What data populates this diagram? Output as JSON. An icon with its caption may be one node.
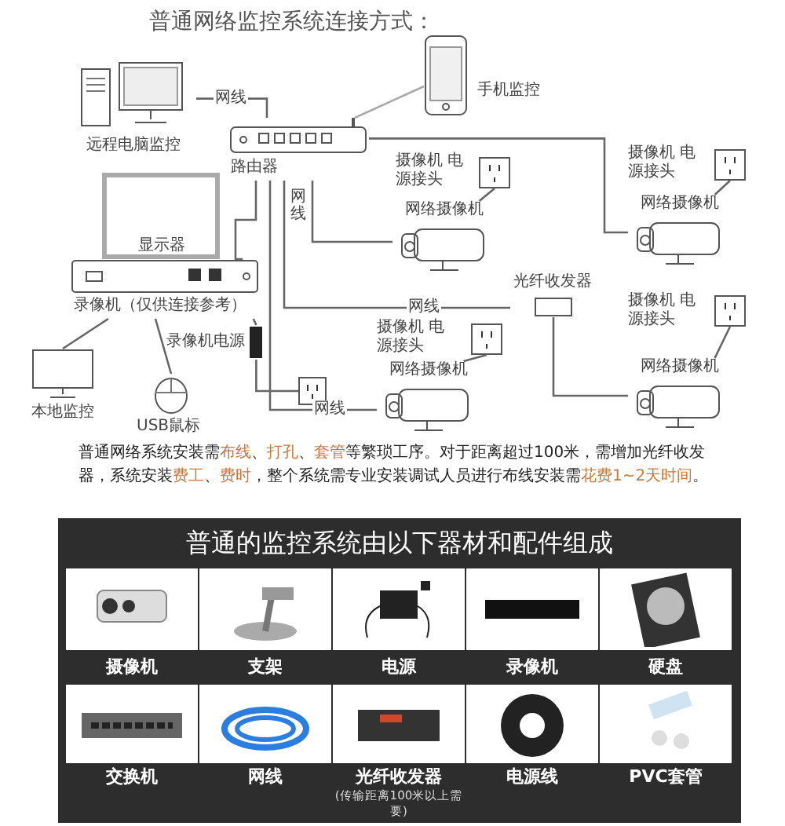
{
  "diagram": {
    "title": "普通网络监控系统连接方式：",
    "nodes": [
      {
        "text": [
          "远程电脑监控"
        ]
      },
      {
        "text": [
          "路由器"
        ]
      },
      {
        "text": [
          "手机监控"
        ]
      },
      {
        "text": [
          "显示器"
        ]
      },
      {
        "text": [
          "录像机（仅供连接参考）"
        ]
      },
      {
        "text": [
          "本地监控"
        ]
      },
      {
        "text": [
          "USB鼠标"
        ]
      },
      {
        "text": [
          "录像机电源"
        ]
      },
      {
        "text": [],
        "shape": "box"
      },
      {
        "text": [
          "网络摄像机"
        ]
      },
      {
        "text": [],
        "shape": "box"
      },
      {
        "text": [
          "网络摄像机"
        ]
      },
      {
        "text": [],
        "shape": "box"
      },
      {
        "text": [
          "网络摄像机"
        ]
      },
      {
        "text": [],
        "shape": "box"
      },
      {
        "text": [
          "光纤收发器"
        ]
      },
      {
        "text": [
          "网络摄像机"
        ]
      },
      {
        "text": [],
        "shape": "box"
      },
      {
        "text": [
          "普通的监控系统由以下器材和配件组成"
        ]
      },
      {
        "text": [
          "摄像机"
        ],
        "in": 18
      },
      {
        "text": [
          "支架"
        ],
        "in": 18
      },
      {
        "text": [
          "电源"
        ],
        "in": 18
      },
      {
        "text": [
          "录像机"
        ],
        "in": 18
      },
      {
        "text": [
          "硬盘"
        ],
        "in": 18
      },
      {
        "text": [
          "交换机"
        ],
        "in": 18
      },
      {
        "text": [
          "网线"
        ],
        "in": 18
      },
      {
        "text": [
          "光纤收发器",
          "(传输距离100米以上需要)"
        ],
        "in": 18
      },
      {
        "text": [
          "电源线"
        ],
        "in": 18
      },
      {
        "text": [
          "PVC套管"
        ],
        "in": 18
      }
    ],
    "edges": [
      {
        "from": 0,
        "to": 1,
        "arrow": "none",
        "label": "网线"
      },
      {
        "from": 1,
        "to": 2,
        "arrow": "none"
      },
      {
        "from": 1,
        "to": 4,
        "arrow": "none"
      },
      {
        "from": 4,
        "to": 5,
        "arrow": "none"
      },
      {
        "from": 4,
        "to": 6,
        "arrow": "none"
      },
      {
        "from": 4,
        "to": 7,
        "arrow": "none"
      },
      {
        "from": 7,
        "to": 8,
        "arrow": "none"
      },
      {
        "from": 1,
        "to": 9,
        "arrow": "none"
      },
      {
        "from": 1,
        "to": 11,
        "arrow": "none"
      },
      {
        "from": 1,
        "to": 13,
        "arrow": "none",
        "label": "网线"
      },
      {
        "from": 1,
        "to": 15,
        "arrow": "none",
        "label": "网线"
      },
      {
        "from": 15,
        "to": 16,
        "arrow": "none"
      },
      {
        "from": 10,
        "to": 9,
        "arrow": "none"
      },
      {
        "from": 12,
        "to": 11,
        "arrow": "none"
      },
      {
        "from": 14,
        "to": 13,
        "arrow": "none"
      },
      {
        "from": 17,
        "to": 16,
        "arrow": "none"
      }
    ],
    "labels": [
      "网线",
      "摄像机 电源接头",
      "摄像机 电源接头",
      "摄像机 电源接头",
      "摄像机 电源接头",
      "普通网络系统安装需**布线**、**打孔**、**套管**等繁琐工序。对于距离超过100米，需增加光纤收发器，系统安装**费工**、**费时**，整个系统需专业安装调试人员进行布线安装需**花费1~2天时间**。"
    ]
  }
}
